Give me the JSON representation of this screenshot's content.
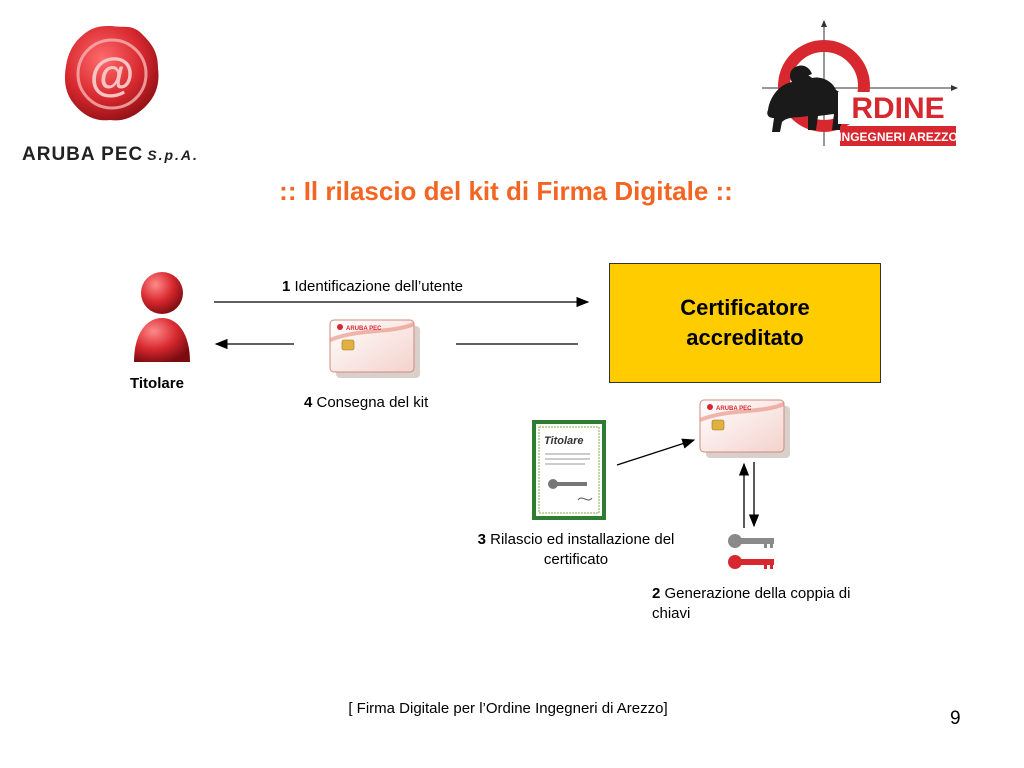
{
  "logos": {
    "aruba_name": "ARUBA PEC",
    "aruba_suffix": "S.p.A.",
    "aruba_seal_glyph": "@",
    "ordine_word": "RDINE",
    "ordine_letter": "O",
    "ordine_sub": "INGEGNERI AREZZO"
  },
  "slide": {
    "title": ":: Il rilascio del kit di Firma Digitale ::",
    "footer": "[ Firma Digitale per l’Ordine Ingegneri di Arezzo]",
    "page_number": "9"
  },
  "actors": {
    "titolare": "Titolare",
    "certificatore_line1": "Certificatore",
    "certificatore_line2": "accreditato"
  },
  "steps": {
    "s1_num": "1",
    "s1_text": " Identificazione dell’utente",
    "s2_num": "2",
    "s2_text": " Generazione della coppia di chiavi",
    "s3_num": "3",
    "s3_text": " Rilascio ed installazione del certificato",
    "s4_num": "4",
    "s4_text": " Consegna del kit"
  },
  "card": {
    "brand": "ARUBA PEC"
  },
  "certificate": {
    "heading": "Titolare"
  },
  "colors": {
    "title": "#f26522",
    "certificatore_box": "#ffcc00",
    "aruba_red": "#d7282f",
    "certificate_border": "#2e7d32"
  },
  "icons": [
    "aruba-seal-icon",
    "ordine-lion-icon",
    "user-figure-icon",
    "smart-card-icon",
    "certificate-icon",
    "key-pair-icon"
  ]
}
